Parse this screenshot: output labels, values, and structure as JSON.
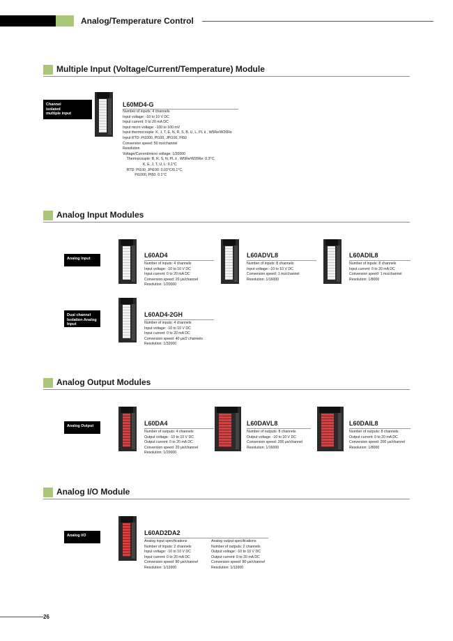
{
  "header": {
    "title": "Analog/Temperature Control"
  },
  "sections": [
    {
      "title": "Multiple Input (Voltage/Current/Temperature) Module"
    },
    {
      "title": "Analog Input Modules"
    },
    {
      "title": "Analog Output Modules"
    },
    {
      "title": "Analog I/O Module"
    }
  ],
  "tags": {
    "multi": [
      "Channel",
      "isolated",
      "multiple input"
    ],
    "analog_input": [
      "Analog Input"
    ],
    "dual": [
      "Dual channel",
      "Isolation Analog",
      "Input"
    ],
    "analog_output": [
      "Analog Output"
    ],
    "analog_io": [
      "Analog I/O"
    ]
  },
  "modules": {
    "l60md4g": {
      "name": "L60MD4-G",
      "specs": [
        "Number of inputs: 4 channels",
        "Input voltage: -10 to 10 V DC",
        "Input current: 0 to 20 mA DC",
        "Input micro voltage: -100 to 100 mV",
        "Input thermocouple: K, J, T, E, N, R, S, B, U, L, PL Ⅱ , W5Re/W26Re",
        "Input RTD: Pt1000, Pt100, JPt100, Pt50",
        "Conversion speed: 50 ms/channel",
        "Resolution",
        "Voltage/Current/micro voltage: 1/20000",
        "    Thermocouple: B, R, S, N, PL Ⅱ , W5Re/W26Re: 0.3°C,",
        "                    K, E, J, T, U, L: 0.1°C",
        "    RTD: Pt100, JPt100: 0.03°C/0.1°C,",
        "            Pt1000, Pt50: 0.1°C"
      ]
    },
    "l60ad4": {
      "name": "L60AD4",
      "specs": [
        "Number of inputs: 4 channels",
        "Input voltage: -10 to 10 V DC",
        "Input current: 0 to 20 mA DC",
        "Conversion speed: 20 μs/channel",
        "Resolution: 1/20000"
      ]
    },
    "l60advl8": {
      "name": "L60ADVL8",
      "specs": [
        "Number of inputs: 8 channels",
        "Input voltage: -10 to 10 V DC",
        "Conversion speed: 1 ms/channel",
        "Resolution: 1/16000"
      ]
    },
    "l60adil8": {
      "name": "L60ADIL8",
      "specs": [
        "Number of inputs: 8 channels",
        "Input current: 0 to 20 mA DC",
        "Conversion speed: 1 ms/channel",
        "Resolution: 1/8000"
      ]
    },
    "l60ad42gh": {
      "name": "L60AD4-2GH",
      "specs": [
        "Number of inputs: 4 channels",
        "Input voltage: -10 to 10 V DC",
        "Input current: 0 to 20 mA DC",
        "Conversion speed: 40 μs/2 channels",
        "Resolution: 1/32000"
      ]
    },
    "l60da4": {
      "name": "L60DA4",
      "specs": [
        "Number of outputs: 4 channels",
        "Output voltage: -10 to 10 V DC",
        "Output current: 0 to 20 mA DC",
        "Conversion speed: 20 μs/channel",
        "Resolution: 1/20000"
      ]
    },
    "l60davl8": {
      "name": "L60DAVL8",
      "specs": [
        "Number of outputs: 8 channels",
        "Output voltage: -10 to 10 V DC",
        "Conversion speed: 200 μs/channel",
        "Resolution: 1/16000"
      ]
    },
    "l60dail8": {
      "name": "L60DAIL8",
      "specs": [
        "Number of outputs: 8 channels",
        "Output current: 0 to 20 mA DC",
        "Conversion speed: 200 μs/channel",
        "Resolution: 1/8000"
      ]
    },
    "l60ad2da2": {
      "name": "L60AD2DA2",
      "specs_in": [
        "Analog input specifications",
        "Number of inputs: 2 channels",
        "Input voltage: -10 to 10 V DC",
        "Input current: 0 to 20 mA DC",
        "Conversion speed: 80 μs/channel",
        "Resolution: 1/12000"
      ],
      "specs_out": [
        "Analog output specifications",
        "Number of outputs: 2 channels",
        "Output voltage: -10 to 10 V DC",
        "Output current: 0 to 20 mA DC",
        "Conversion speed: 80 μs/channel",
        "Resolution: 1/12000"
      ]
    }
  },
  "footer": {
    "page_number": "26"
  }
}
